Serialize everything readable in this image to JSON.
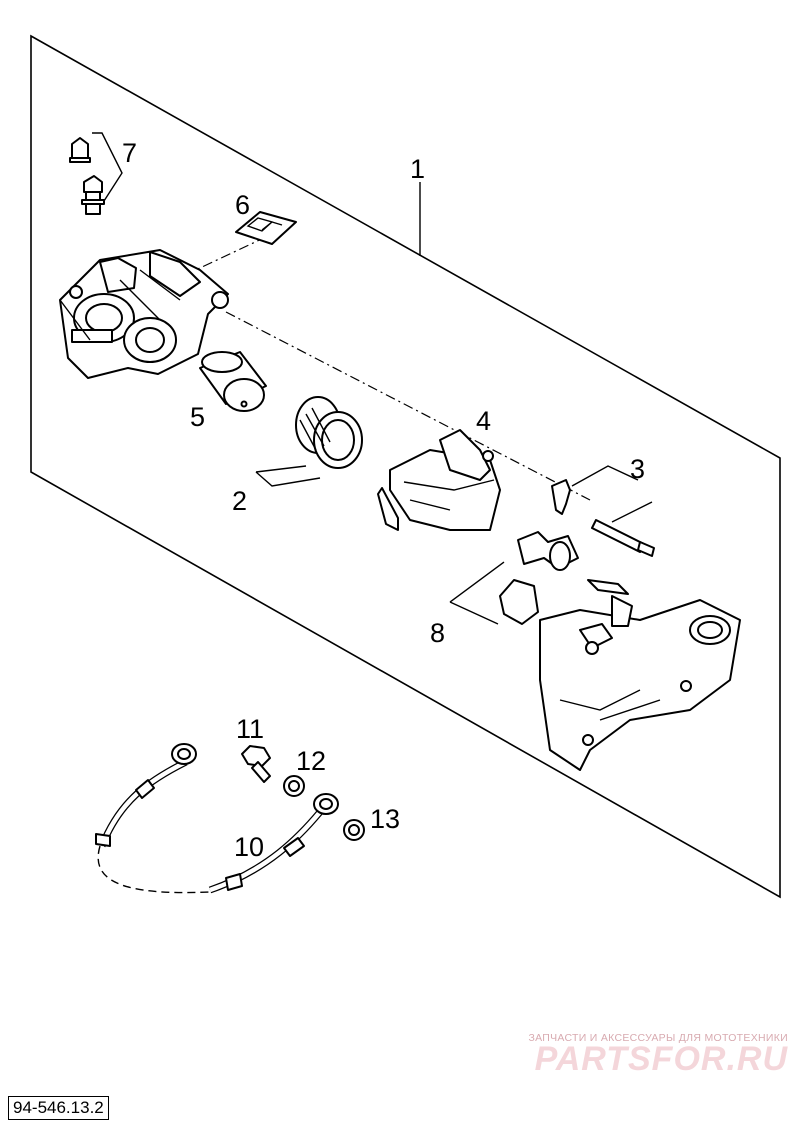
{
  "callouts": {
    "n1": "1",
    "n2": "2",
    "n3": "3",
    "n4": "4",
    "n5": "5",
    "n6": "6",
    "n7": "7",
    "n8": "8",
    "n10": "10",
    "n11": "11",
    "n12": "12",
    "n13": "13"
  },
  "watermark": {
    "tagline": "ЗАПЧАСТИ И АКСЕССУАРЫ ДЛЯ МОТОТЕХНИКИ",
    "logo": "PARTSFOR.RU"
  },
  "drawing_number": "94-546.13.2",
  "colors": {
    "line": "#000000",
    "watermark": "#f4d6da",
    "background": "#ffffff"
  }
}
